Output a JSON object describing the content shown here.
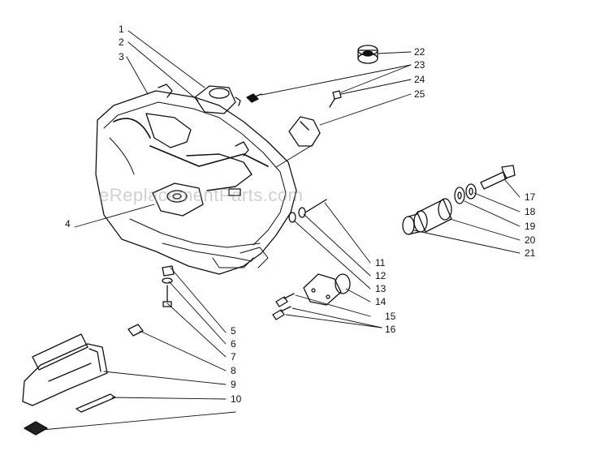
{
  "watermark": "eReplacementParts.com",
  "callouts": [
    {
      "id": "1",
      "label": "1"
    },
    {
      "id": "2",
      "label": "2"
    },
    {
      "id": "3",
      "label": "3"
    },
    {
      "id": "4",
      "label": "4"
    },
    {
      "id": "5",
      "label": "5"
    },
    {
      "id": "6",
      "label": "6"
    },
    {
      "id": "7",
      "label": "7"
    },
    {
      "id": "8",
      "label": "8"
    },
    {
      "id": "9",
      "label": "9"
    },
    {
      "id": "10",
      "label": "10"
    },
    {
      "id": "11",
      "label": "11"
    },
    {
      "id": "12",
      "label": "12"
    },
    {
      "id": "13",
      "label": "13"
    },
    {
      "id": "14",
      "label": "14"
    },
    {
      "id": "15",
      "label": "15"
    },
    {
      "id": "16",
      "label": "16"
    },
    {
      "id": "17",
      "label": "17"
    },
    {
      "id": "18",
      "label": "18"
    },
    {
      "id": "19",
      "label": "19"
    },
    {
      "id": "20",
      "label": "20"
    },
    {
      "id": "21",
      "label": "21"
    },
    {
      "id": "22",
      "label": "22"
    },
    {
      "id": "23",
      "label": "23"
    },
    {
      "id": "24",
      "label": "24"
    },
    {
      "id": "25",
      "label": "25"
    }
  ]
}
